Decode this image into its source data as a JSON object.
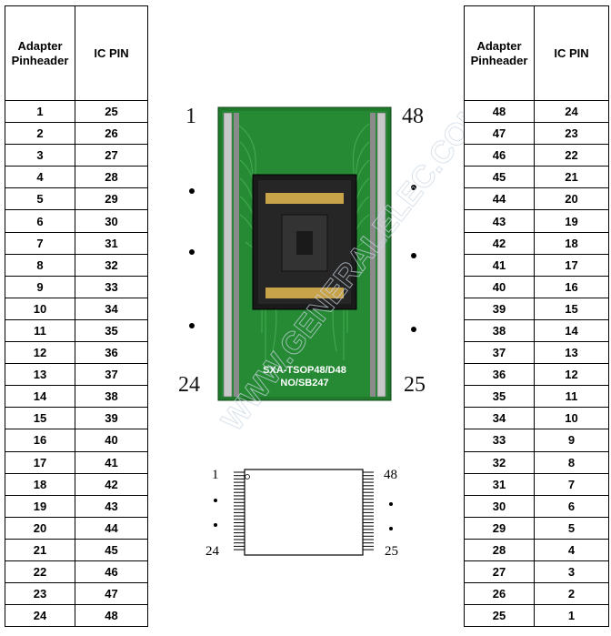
{
  "header": {
    "adapter_pinheader": "Adapter Pinheader",
    "ic_pin": "IC PIN"
  },
  "left_rows": [
    [
      "1",
      "25"
    ],
    [
      "2",
      "26"
    ],
    [
      "3",
      "27"
    ],
    [
      "4",
      "28"
    ],
    [
      "5",
      "29"
    ],
    [
      "6",
      "30"
    ],
    [
      "7",
      "31"
    ],
    [
      "8",
      "32"
    ],
    [
      "9",
      "33"
    ],
    [
      "10",
      "34"
    ],
    [
      "11",
      "35"
    ],
    [
      "12",
      "36"
    ],
    [
      "13",
      "37"
    ],
    [
      "14",
      "38"
    ],
    [
      "15",
      "39"
    ],
    [
      "16",
      "40"
    ],
    [
      "17",
      "41"
    ],
    [
      "18",
      "42"
    ],
    [
      "19",
      "43"
    ],
    [
      "20",
      "44"
    ],
    [
      "21",
      "45"
    ],
    [
      "22",
      "46"
    ],
    [
      "23",
      "47"
    ],
    [
      "24",
      "48"
    ]
  ],
  "right_rows": [
    [
      "48",
      "24"
    ],
    [
      "47",
      "23"
    ],
    [
      "46",
      "22"
    ],
    [
      "45",
      "21"
    ],
    [
      "44",
      "20"
    ],
    [
      "43",
      "19"
    ],
    [
      "42",
      "18"
    ],
    [
      "41",
      "17"
    ],
    [
      "40",
      "16"
    ],
    [
      "39",
      "15"
    ],
    [
      "38",
      "14"
    ],
    [
      "37",
      "13"
    ],
    [
      "36",
      "12"
    ],
    [
      "35",
      "11"
    ],
    [
      "34",
      "10"
    ],
    [
      "33",
      "9"
    ],
    [
      "32",
      "8"
    ],
    [
      "31",
      "7"
    ],
    [
      "30",
      "6"
    ],
    [
      "29",
      "5"
    ],
    [
      "28",
      "4"
    ],
    [
      "27",
      "3"
    ],
    [
      "26",
      "2"
    ],
    [
      "25",
      "1"
    ]
  ],
  "board": {
    "pin_label_tl": "1",
    "pin_label_tr": "48",
    "pin_label_bl": "24",
    "pin_label_br": "25",
    "silkscreen_line1": "SXA-TSOP48/D48",
    "silkscreen_line2": "NO/SB247",
    "pcb_color": "#1f7a2c"
  },
  "chip": {
    "pin_label_tl": "1",
    "pin_label_tr": "48",
    "pin_label_bl": "24",
    "pin_label_br": "25"
  },
  "watermark": "WWW.GENERALELEC.COM"
}
